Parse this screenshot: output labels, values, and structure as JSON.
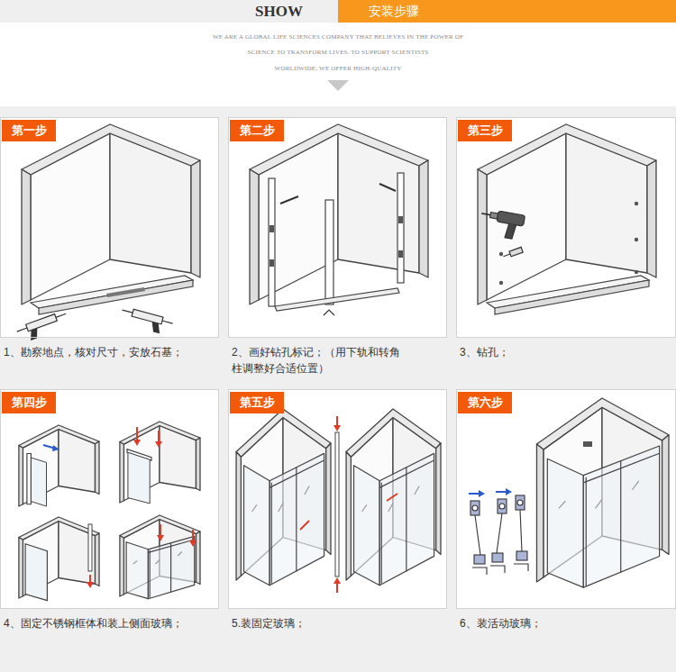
{
  "diagram": {
    "nodes": [
      {
        "text": [
          "安装步骤"
        ]
      },
      {
        "text": [
          "1、勘察地点，核对尺寸，安放石基；"
        ]
      },
      {
        "text": [
          "第一步"
        ],
        "in": 1
      },
      {
        "text": [
          "2、画好钻孔标记；（用下轨和转角 柱调整好合适位置）"
        ]
      },
      {
        "text": [
          "第二步"
        ],
        "in": 3
      },
      {
        "text": [
          "3、钻孔；"
        ]
      },
      {
        "text": [
          "第三步"
        ],
        "in": 5
      },
      {
        "text": [
          "4、固定不锈钢框体和装上侧面玻璃；"
        ]
      },
      {
        "text": [
          "第四步"
        ],
        "in": 7
      },
      {
        "text": [
          "5.装固定玻璃；"
        ]
      },
      {
        "text": [
          "第五步"
        ],
        "in": 9
      },
      {
        "text": [
          "6、装活动玻璃；"
        ]
      },
      {
        "text": [
          "第六步"
        ],
        "in": 11
      }
    ],
    "labels": [
      "SHOW",
      "WE ARE A GLOBAL LIFE SCIENCES COMPANY THAT BELIEVES IN THE POWER OF",
      "SCIENCE TO TRANSFORM LIVES. TO SUPPORT SCIENTISTS",
      "WORLDWIDE, WE OFFER HIGH-QUALITY"
    ]
  }
}
